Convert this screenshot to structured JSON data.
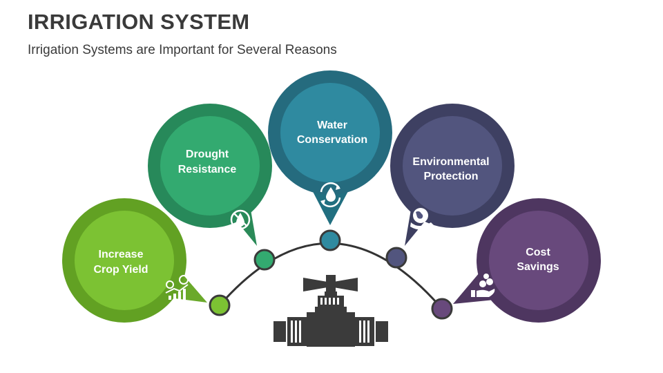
{
  "header": {
    "title": "IRRIGATION SYSTEM",
    "subtitle": "Irrigation Systems are Important for Several Reasons"
  },
  "items": [
    {
      "line1": "Increase",
      "line2": "Crop Yield",
      "icon": "crop-yield-growth-icon",
      "color": "#72b52b"
    },
    {
      "line1": "Drought",
      "line2": "Resistance",
      "icon": "no-water-drop-icon",
      "color": "#2e9a63"
    },
    {
      "line1": "Water",
      "line2": "Conservation",
      "icon": "water-recycle-icon",
      "color": "#277d8e"
    },
    {
      "line1": "Environmental",
      "line2": "Protection",
      "icon": "earth-hand-icon",
      "color": "#44466a"
    },
    {
      "line1": "Cost",
      "line2": "Savings",
      "icon": "hand-coins-icon",
      "color": "#5a3e68"
    }
  ]
}
